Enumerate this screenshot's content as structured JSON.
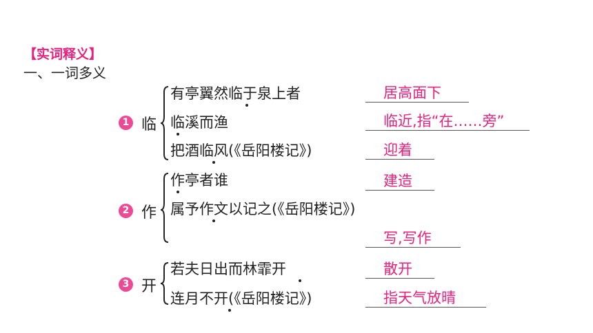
{
  "section_title": "【实词释义】",
  "heading": "一、一词多义",
  "colors": {
    "accent": "#e8217d",
    "badge": "#ec4a94"
  },
  "entries": [
    {
      "number": "1",
      "word": "临",
      "examples": [
        {
          "sentence": "有亭翼然临于泉上者",
          "answer": "居高面下"
        },
        {
          "sentence": "临溪而渔",
          "answer": "临近,指“在……旁”"
        },
        {
          "sentence": "把酒临风(《岳阳楼记》)",
          "answer": "迎着"
        }
      ]
    },
    {
      "number": "2",
      "word": "作",
      "examples": [
        {
          "sentence": "作亭者谁",
          "answer": "建造"
        },
        {
          "sentence": "属予作文以记之(《岳阳楼记》)",
          "answer": "写,写作"
        }
      ]
    },
    {
      "number": "3",
      "word": "开",
      "examples": [
        {
          "sentence": "若夫日出而林霏开",
          "answer": "散开"
        },
        {
          "sentence": "连月不开(《岳阳楼记》)",
          "answer": "指天气放晴"
        }
      ]
    }
  ]
}
